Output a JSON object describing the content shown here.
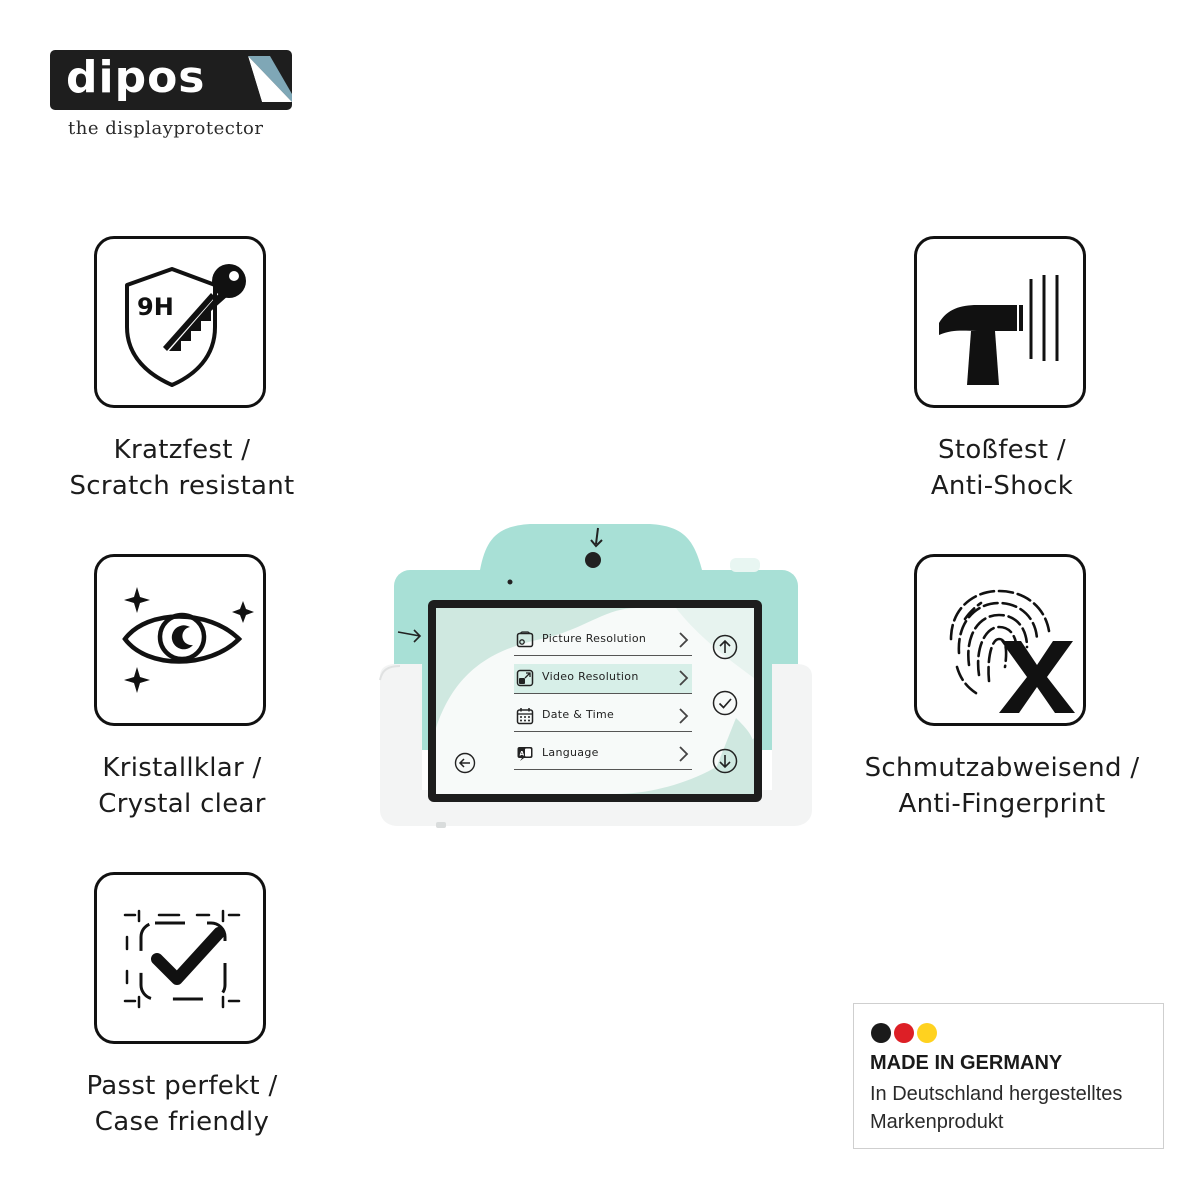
{
  "brand": {
    "name": "dipos",
    "tagline": "the displayprotector"
  },
  "features": {
    "scratch": {
      "icon": "shield-9h-key-icon",
      "line1": "Kratzfest /",
      "line2": "Scratch resistant",
      "badge": "9H"
    },
    "clear": {
      "icon": "eye-sparkle-icon",
      "line1": "Kristallklar /",
      "line2": "Crystal clear"
    },
    "case": {
      "icon": "frame-checkmark-icon",
      "line1": "Passt perfekt /",
      "line2": "Case friendly"
    },
    "shock": {
      "icon": "hammer-icon",
      "line1": "Stoßfest /",
      "line2": "Anti-Shock"
    },
    "finger": {
      "icon": "fingerprint-x-icon",
      "line1": "Schmutzabweisend /",
      "line2": "Anti-Fingerprint"
    }
  },
  "camera_screen": {
    "menu": [
      {
        "icon": "picture-icon",
        "label": "Picture Resolution",
        "selected": false
      },
      {
        "icon": "video-icon",
        "label": "Video Resolution",
        "selected": true
      },
      {
        "icon": "calendar-icon",
        "label": "Date & Time",
        "selected": false
      },
      {
        "icon": "language-icon",
        "label": "Language",
        "selected": false
      }
    ],
    "buttons": [
      "up-arrow-icon",
      "checkmark-icon",
      "down-arrow-icon",
      "back-arrow-icon"
    ]
  },
  "made_in": {
    "title": "MADE IN GERMANY",
    "line1": "In Deutschland hergestelltes",
    "line2": "Markenprodukt",
    "flag_colors": [
      "#1a1a1a",
      "#dd1f26",
      "#ffd21f"
    ]
  },
  "colors": {
    "camera_body": "#a8e0d6",
    "case": "#f4f4f4",
    "ink": "#111111"
  }
}
